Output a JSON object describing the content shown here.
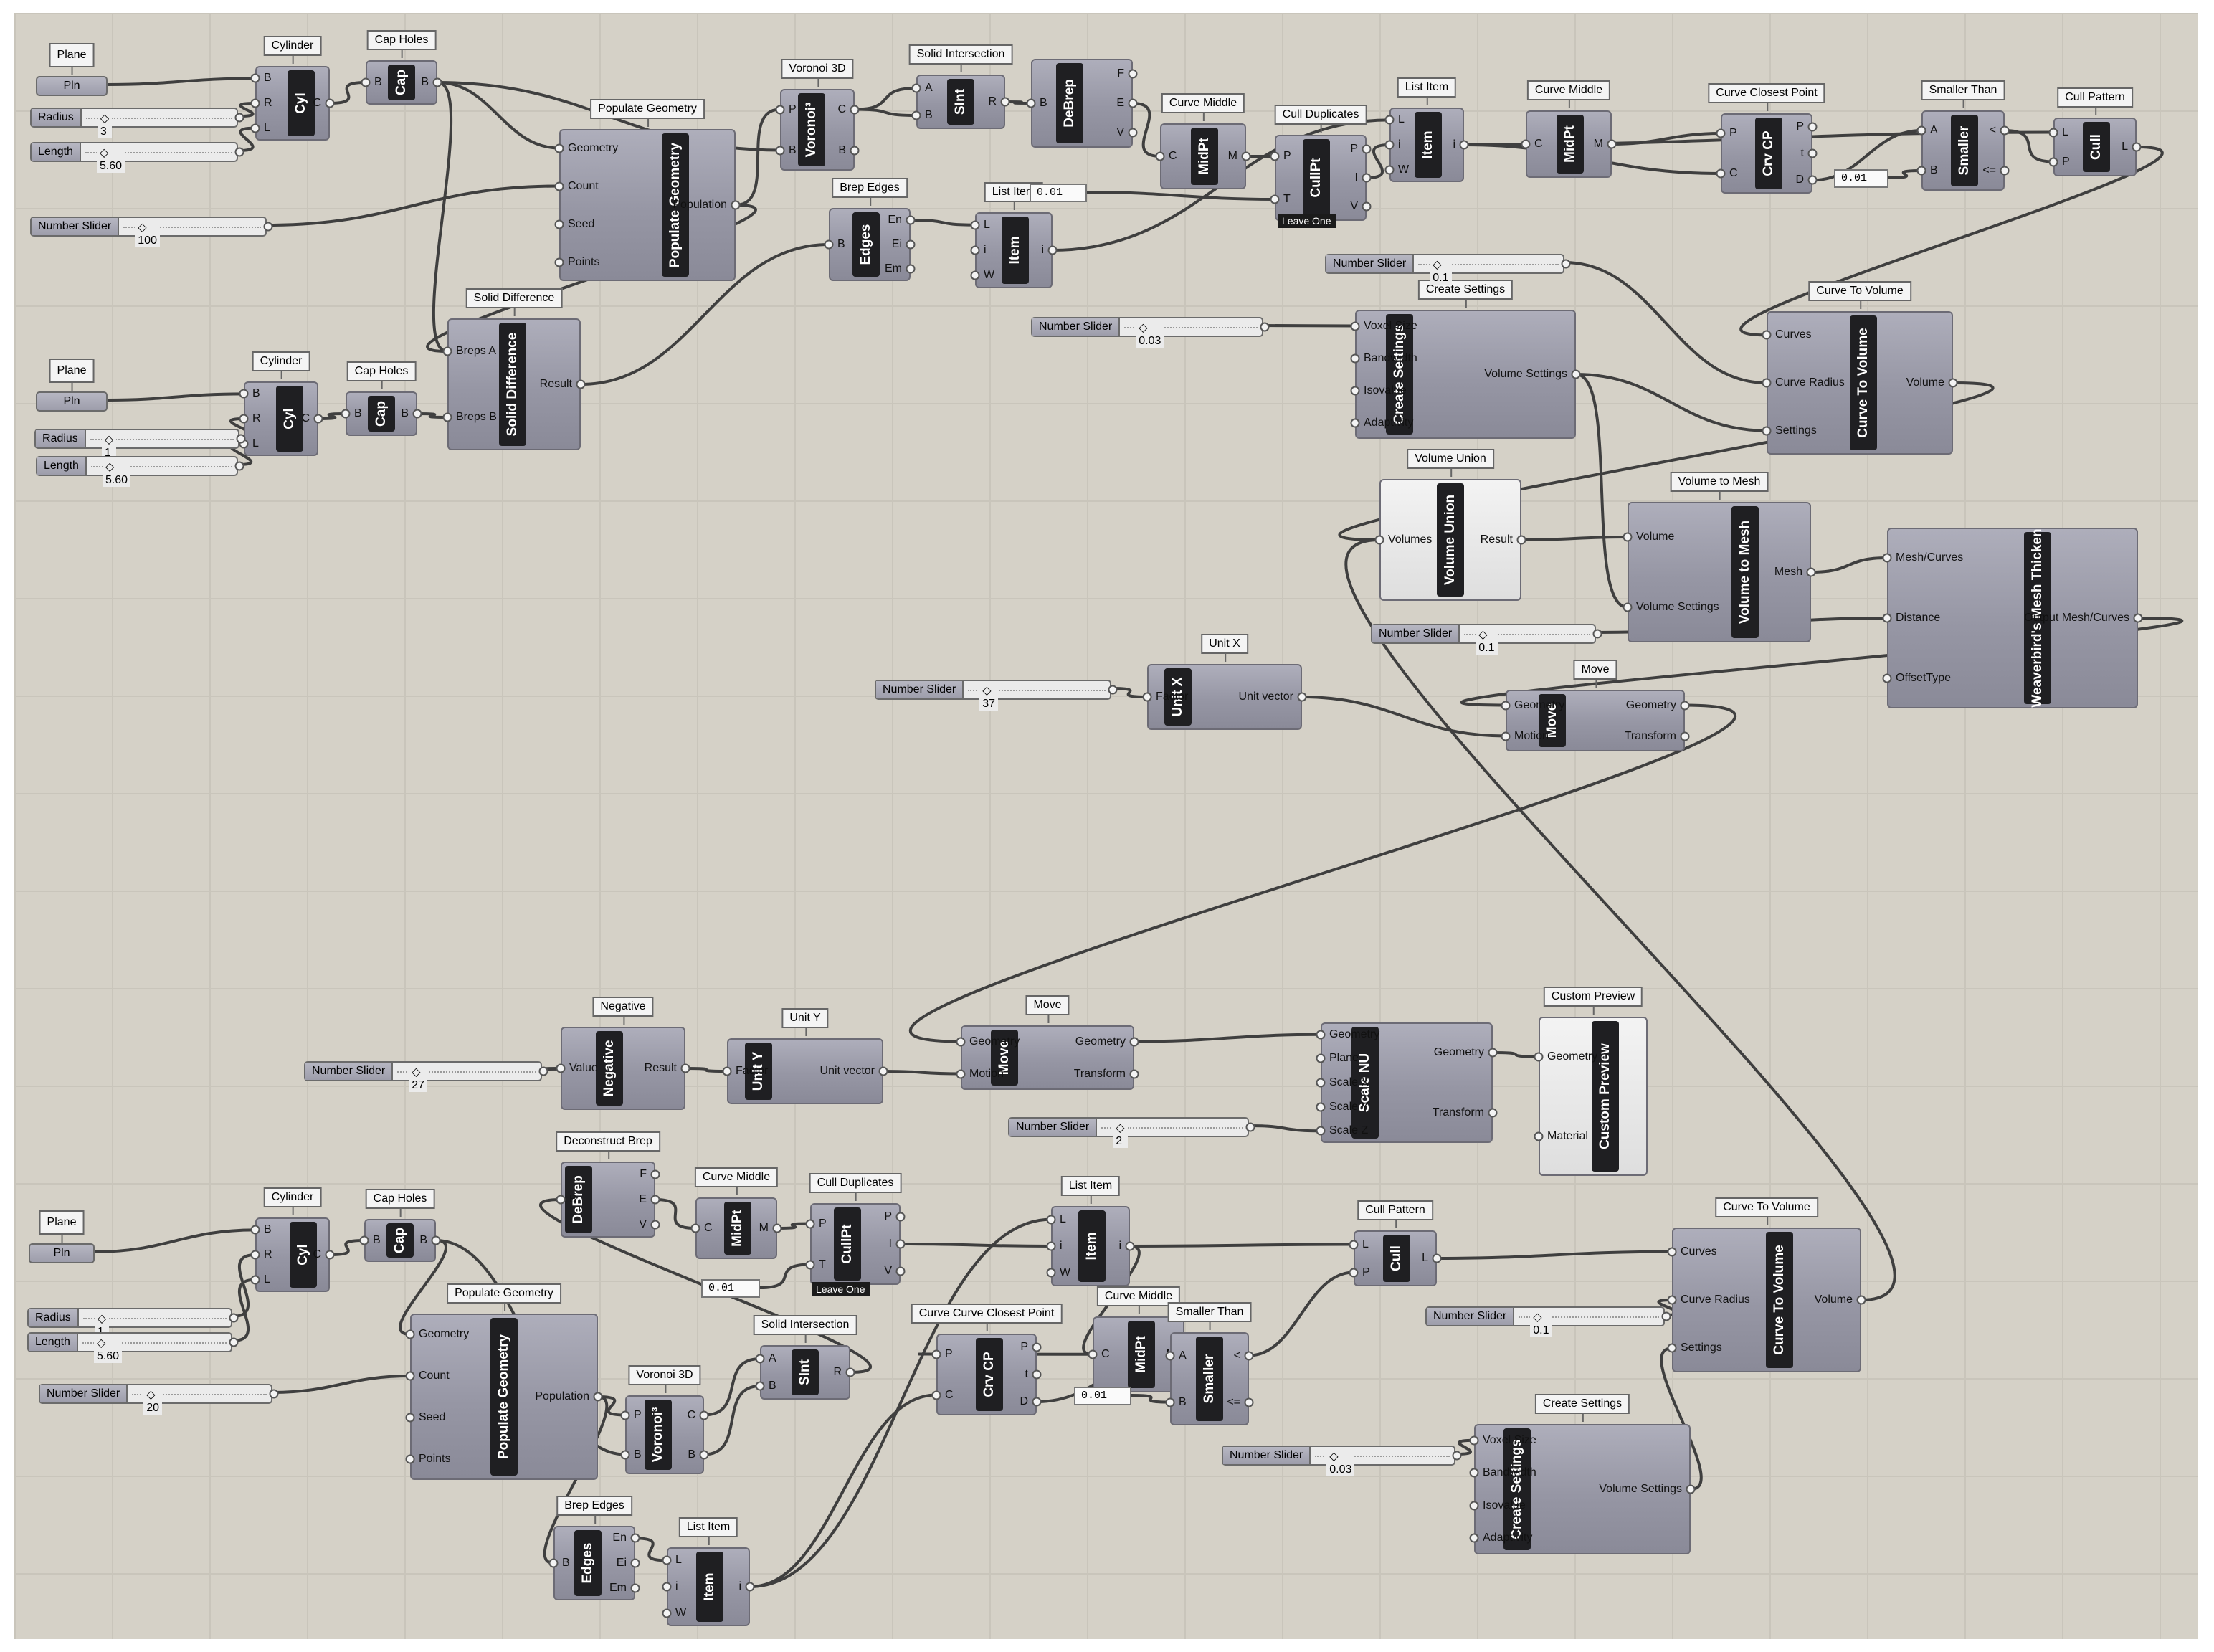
{
  "colors": {
    "canvas": "#d5d1c7",
    "wire": "#3f3f3f",
    "node": "#9c9cab",
    "band": "#1f1f22"
  },
  "nodes": [
    {
      "id": "cylA",
      "title": "Cylinder",
      "band": "Cyl",
      "ins": [
        "B",
        "R",
        "L"
      ],
      "outs": [
        "C"
      ]
    },
    {
      "id": "capA",
      "title": "Cap Holes",
      "band": "Cap",
      "ins": [
        "B"
      ],
      "outs": [
        "B"
      ]
    },
    {
      "id": "popA",
      "title": "Populate Geometry",
      "band": "Populate Geometry",
      "ins": [
        "Geometry",
        "Count",
        "Seed",
        "Points"
      ],
      "outs": [
        "Population"
      ]
    },
    {
      "id": "vorA",
      "title": "Voronoi 3D",
      "band": "Voronoi³",
      "ins": [
        "P",
        "B"
      ],
      "outs": [
        "C",
        "B"
      ]
    },
    {
      "id": "sintA",
      "title": "Solid Intersection",
      "band": "SInt",
      "ins": [
        "A",
        "B"
      ],
      "outs": [
        "R"
      ]
    },
    {
      "id": "debrepA",
      "title": "",
      "band": "DeBrep",
      "ins": [
        "B"
      ],
      "outs": [
        "F",
        "E",
        "V"
      ]
    },
    {
      "id": "midA",
      "title": "Curve Middle",
      "band": "MidPt",
      "ins": [
        "C"
      ],
      "outs": [
        "M"
      ]
    },
    {
      "id": "cullptA",
      "title": "Cull Duplicates",
      "band": "CullPt",
      "ins": [
        "P",
        "T"
      ],
      "outs": [
        "P",
        "I",
        "V"
      ]
    },
    {
      "id": "itemA",
      "title": "List Item",
      "band": "Item",
      "ins": [
        "L",
        "i",
        "W"
      ],
      "outs": [
        "i"
      ]
    },
    {
      "id": "midB",
      "title": "Curve Middle",
      "band": "MidPt",
      "ins": [
        "C"
      ],
      "outs": [
        "M"
      ]
    },
    {
      "id": "crvcpA",
      "title": "Curve Closest Point",
      "band": "Crv CP",
      "ins": [
        "P",
        "C"
      ],
      "outs": [
        "P",
        "t",
        "D"
      ]
    },
    {
      "id": "smallerA",
      "title": "Smaller Than",
      "band": "Smaller",
      "ins": [
        "A",
        "B"
      ],
      "outs": [
        "<",
        "<="
      ]
    },
    {
      "id": "cullA",
      "title": "Cull Pattern",
      "band": "Cull",
      "ins": [
        "L",
        "P"
      ],
      "outs": [
        "L"
      ]
    },
    {
      "id": "edgesA",
      "title": "Brep Edges",
      "band": "Edges",
      "ins": [
        "B"
      ],
      "outs": [
        "En",
        "Ei",
        "Em"
      ]
    },
    {
      "id": "itemB",
      "title": "List Item",
      "band": "Item",
      "ins": [
        "L",
        "i",
        "W"
      ],
      "outs": [
        "i"
      ]
    },
    {
      "id": "cylB",
      "title": "Cylinder",
      "band": "Cyl",
      "ins": [
        "B",
        "R",
        "L"
      ],
      "outs": [
        "C"
      ]
    },
    {
      "id": "capB",
      "title": "Cap Holes",
      "band": "Cap",
      "ins": [
        "B"
      ],
      "outs": [
        "B"
      ]
    },
    {
      "id": "soldiff",
      "title": "Solid Difference",
      "band": "Solid Difference",
      "ins": [
        "Breps A",
        "Breps B"
      ],
      "outs": [
        "Result"
      ]
    },
    {
      "id": "csetA",
      "title": "Create Settings",
      "band": "Create Settings",
      "ins": [
        "Voxel Size",
        "Bandwidth",
        "Isovalue",
        "Adaptivity"
      ],
      "outs": [
        "Volume Settings"
      ]
    },
    {
      "id": "ctvA",
      "title": "Curve To Volume",
      "band": "Curve To Volume",
      "ins": [
        "Curves",
        "Curve Radius",
        "Settings"
      ],
      "outs": [
        "Volume"
      ]
    },
    {
      "id": "vunion",
      "title": "Volume Union",
      "band": "Volume Union",
      "ins": [
        "Volumes"
      ],
      "outs": [
        "Result"
      ]
    },
    {
      "id": "vtomesh",
      "title": "Volume to Mesh",
      "band": "Volume to Mesh",
      "ins": [
        "Volume",
        "Volume Settings"
      ],
      "outs": [
        "Mesh"
      ]
    },
    {
      "id": "thicken",
      "title": "",
      "band": "Weaverbird's Mesh Thicken",
      "ins": [
        "Mesh/Curves",
        "Distance",
        "OffsetType"
      ],
      "outs": [
        "Output Mesh/Curves"
      ]
    },
    {
      "id": "unitx",
      "title": "Unit X",
      "band": "Unit X",
      "ins": [
        "Factor"
      ],
      "outs": [
        "Unit vector"
      ]
    },
    {
      "id": "moveA",
      "title": "Move",
      "band": "Move",
      "ins": [
        "Geometry",
        "Motion"
      ],
      "outs": [
        "Geometry",
        "Transform"
      ]
    },
    {
      "id": "negative",
      "title": "Negative",
      "band": "Negative",
      "ins": [
        "Value"
      ],
      "outs": [
        "Result"
      ]
    },
    {
      "id": "unity",
      "title": "Unit Y",
      "band": "Unit Y",
      "ins": [
        "Factor"
      ],
      "outs": [
        "Unit vector"
      ]
    },
    {
      "id": "moveB",
      "title": "Move",
      "band": "Move",
      "ins": [
        "Geometry",
        "Motion"
      ],
      "outs": [
        "Geometry",
        "Transform"
      ]
    },
    {
      "id": "scalenu",
      "title": "",
      "band": "Scale NU",
      "ins": [
        "Geometry",
        "Plane",
        "Scale X",
        "Scale Y",
        "Scale Z"
      ],
      "outs": [
        "Geometry",
        "Transform"
      ]
    },
    {
      "id": "cpreview",
      "title": "Custom Preview",
      "band": "Custom Preview",
      "ins": [
        "Geometry",
        "Material"
      ],
      "outs": []
    },
    {
      "id": "debrepB",
      "title": "Deconstruct Brep",
      "band": "DeBrep",
      "ins": [
        "B"
      ],
      "outs": [
        "F",
        "E",
        "V"
      ]
    },
    {
      "id": "midC",
      "title": "Curve Middle",
      "band": "MidPt",
      "ins": [
        "C"
      ],
      "outs": [
        "M"
      ]
    },
    {
      "id": "cullptB",
      "title": "Cull Duplicates",
      "band": "CullPt",
      "ins": [
        "P",
        "T"
      ],
      "outs": [
        "P",
        "I",
        "V"
      ]
    },
    {
      "id": "itemC",
      "title": "List Item",
      "band": "Item",
      "ins": [
        "L",
        "i",
        "W"
      ],
      "outs": [
        "i"
      ]
    },
    {
      "id": "cullB",
      "title": "Cull Pattern",
      "band": "Cull",
      "ins": [
        "L",
        "P"
      ],
      "outs": [
        "L"
      ]
    },
    {
      "id": "ctvB",
      "title": "Curve To Volume",
      "band": "Curve To Volume",
      "ins": [
        "Curves",
        "Curve Radius",
        "Settings"
      ],
      "outs": [
        "Volume"
      ]
    },
    {
      "id": "cylC",
      "title": "Cylinder",
      "band": "Cyl",
      "ins": [
        "B",
        "R",
        "L"
      ],
      "outs": [
        "C"
      ]
    },
    {
      "id": "capC",
      "title": "Cap Holes",
      "band": "Cap",
      "ins": [
        "B"
      ],
      "outs": [
        "B"
      ]
    },
    {
      "id": "popB",
      "title": "Populate Geometry",
      "band": "Populate Geometry",
      "ins": [
        "Geometry",
        "Count",
        "Seed",
        "Points"
      ],
      "outs": [
        "Population"
      ]
    },
    {
      "id": "vorB",
      "title": "Voronoi 3D",
      "band": "Voronoi³",
      "ins": [
        "P",
        "B"
      ],
      "outs": [
        "C",
        "B"
      ]
    },
    {
      "id": "sintB",
      "title": "Solid Intersection",
      "band": "SInt",
      "ins": [
        "A",
        "B"
      ],
      "outs": [
        "R"
      ]
    },
    {
      "id": "crvcpB",
      "title": "Curve Curve Closest Point",
      "band": "Crv CP",
      "ins": [
        "P",
        "C"
      ],
      "outs": [
        "P",
        "t",
        "D"
      ]
    },
    {
      "id": "midD",
      "title": "Curve Middle",
      "band": "MidPt",
      "ins": [
        "C"
      ],
      "outs": [
        "M"
      ]
    },
    {
      "id": "smallerB",
      "title": "Smaller Than",
      "band": "Smaller",
      "ins": [
        "A",
        "B"
      ],
      "outs": [
        "<",
        "<="
      ]
    },
    {
      "id": "edgesB",
      "title": "Brep Edges",
      "band": "Edges",
      "ins": [
        "B"
      ],
      "outs": [
        "En",
        "Ei",
        "Em"
      ]
    },
    {
      "id": "itemD",
      "title": "List Item",
      "band": "Item",
      "ins": [
        "L",
        "i",
        "W"
      ],
      "outs": [
        "i"
      ]
    },
    {
      "id": "csetB",
      "title": "Create Settings",
      "band": "Create Settings",
      "ins": [
        "Voxel Size",
        "Bandwidth",
        "Isovalue",
        "Adaptivity"
      ],
      "outs": [
        "Volume Settings"
      ]
    }
  ],
  "sliders": [
    {
      "id": "sRadA",
      "label": "Radius",
      "value": "3"
    },
    {
      "id": "sLenA",
      "label": "Length",
      "value": "5.60"
    },
    {
      "id": "sCountA",
      "label": "Number Slider",
      "value": "100"
    },
    {
      "id": "sRadB",
      "label": "Radius",
      "value": "1"
    },
    {
      "id": "sLenB",
      "label": "Length",
      "value": "5.60"
    },
    {
      "id": "sTopRad",
      "label": "Number Slider",
      "value": "0.1"
    },
    {
      "id": "sVoxA",
      "label": "Number Slider",
      "value": "0.03"
    },
    {
      "id": "sThick",
      "label": "Number Slider",
      "value": "0.1"
    },
    {
      "id": "sUnitX",
      "label": "Number Slider",
      "value": "37"
    },
    {
      "id": "sNeg",
      "label": "Number Slider",
      "value": "27"
    },
    {
      "id": "sScale",
      "label": "Number Slider",
      "value": "2"
    },
    {
      "id": "sRadC",
      "label": "Radius",
      "value": "1"
    },
    {
      "id": "sLenC",
      "label": "Length",
      "value": "5.60"
    },
    {
      "id": "sCountB",
      "label": "Number Slider",
      "value": "20"
    },
    {
      "id": "sBotRad",
      "label": "Number Slider",
      "value": "0.1"
    },
    {
      "id": "sVoxB",
      "label": "Number Slider",
      "value": "0.03"
    }
  ],
  "params": [
    {
      "id": "plnA",
      "title": "Plane",
      "label": "Pln"
    },
    {
      "id": "plnB",
      "title": "Plane",
      "label": "Pln"
    },
    {
      "id": "plnC",
      "title": "Plane",
      "label": "Pln"
    }
  ],
  "panels": [
    {
      "id": "pA1",
      "text": "0.01"
    },
    {
      "id": "pA2",
      "text": "0.01"
    },
    {
      "id": "pB1",
      "text": "0.01"
    },
    {
      "id": "pB2",
      "text": "0.01"
    }
  ],
  "tags": [
    {
      "id": "tagA",
      "text": "Leave One"
    },
    {
      "id": "tagB",
      "text": "Leave One"
    }
  ]
}
